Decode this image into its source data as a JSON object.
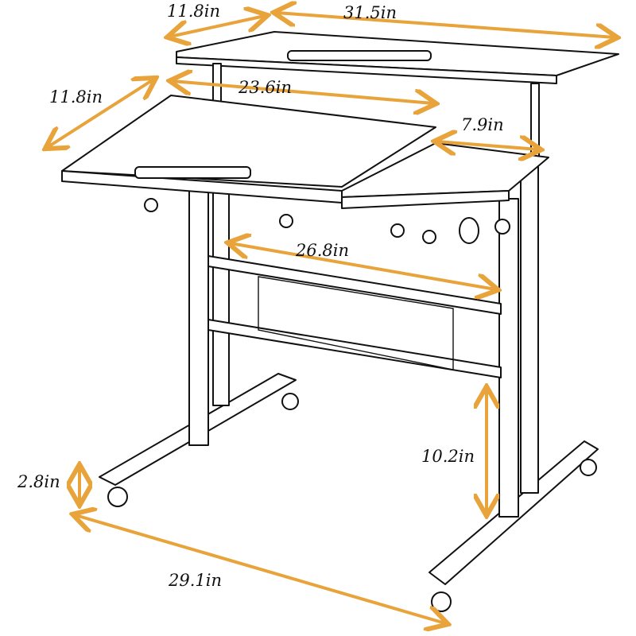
{
  "title": "Rolling adjustable standing desk dimensions",
  "accent_color": "#E8A33A",
  "dimensions": {
    "top_shelf_depth": "11.8in",
    "top_shelf_width": "31.5in",
    "tilt_desk_depth": "11.8in",
    "tilt_desk_width": "23.6in",
    "side_tray_width": "7.9in",
    "crossbar_width": "26.8in",
    "base_clearance": "10.2in",
    "foot_height": "2.8in",
    "base_length": "29.1in"
  }
}
